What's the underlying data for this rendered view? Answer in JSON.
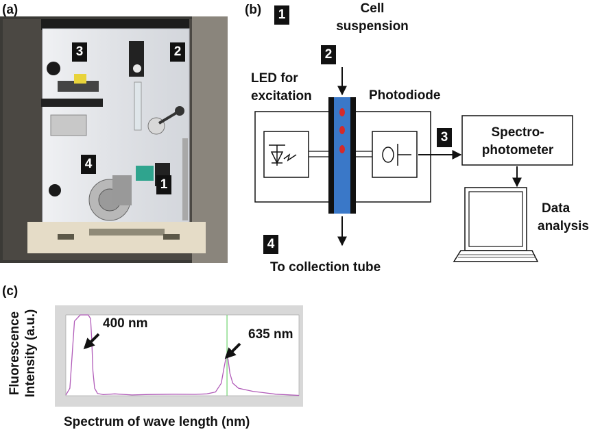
{
  "panels": {
    "a": "(a)",
    "b": "(b)",
    "c": "(c)"
  },
  "photo": {
    "markers": [
      "3",
      "2",
      "4",
      "1"
    ]
  },
  "schematic": {
    "step1_num": "1",
    "cell_suspension": [
      "Cell",
      "suspension"
    ],
    "step2_num": "2",
    "led": [
      "LED for",
      "excitation"
    ],
    "photodiode": "Photodiode",
    "step3_num": "3",
    "spectrophotometer": [
      "Spectro-",
      "photometer"
    ],
    "data_analysis": [
      "Data",
      "analysis"
    ],
    "step4_num": "4",
    "collection": "To collection tube"
  },
  "spectrum": {
    "ylabel_lines": [
      "Fluorescence",
      "Intensity (a.u.)"
    ],
    "xlabel": "Spectrum of wave length (nm)",
    "peak1_label": "400 nm",
    "peak2_label": "635 nm"
  },
  "chart_data": {
    "type": "line",
    "title": "",
    "xlabel": "Spectrum of wave length (nm)",
    "ylabel": "Fluorescence Intensity (a.u.)",
    "series": [
      {
        "name": "",
        "color": "#b05ab8",
        "x": [
          355,
          362,
          370,
          380,
          388,
          394,
          398,
          400,
          402,
          405,
          410,
          420,
          440,
          470,
          500,
          540,
          580,
          600,
          615,
          625,
          630,
          633,
          635,
          637,
          640,
          645,
          655,
          680,
          720,
          760
        ],
        "y": [
          500,
          6000,
          60000,
          65000,
          65000,
          65000,
          62000,
          45000,
          20000,
          6000,
          1800,
          900,
          1500,
          600,
          1000,
          1200,
          1100,
          1500,
          3000,
          10000,
          23000,
          30000,
          32000,
          29000,
          18000,
          10000,
          6000,
          3500,
          1200,
          300
        ]
      }
    ],
    "xlim": [
      355,
      760
    ],
    "ylim": [
      0,
      65000
    ],
    "marker_line_x": 635,
    "marker_line_color": "#6fd36f",
    "annotations": [
      "400 nm",
      "635 nm"
    ],
    "grid": false
  }
}
